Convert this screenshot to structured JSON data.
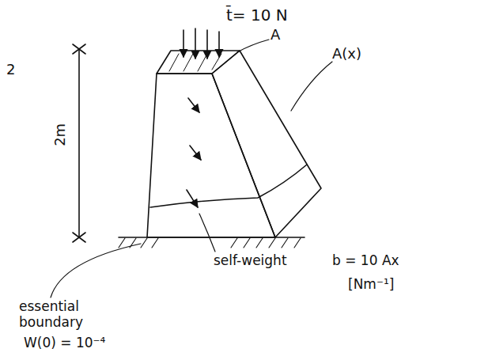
{
  "diagram": {
    "labels": [
      "2",
      "t̄= 10 N",
      "A",
      "2m",
      "A(x)",
      "self-weight",
      "b = 10 Ax",
      "[Nm⁻¹]",
      "essential boundary",
      "W(0) = 10⁻⁴"
    ]
  }
}
